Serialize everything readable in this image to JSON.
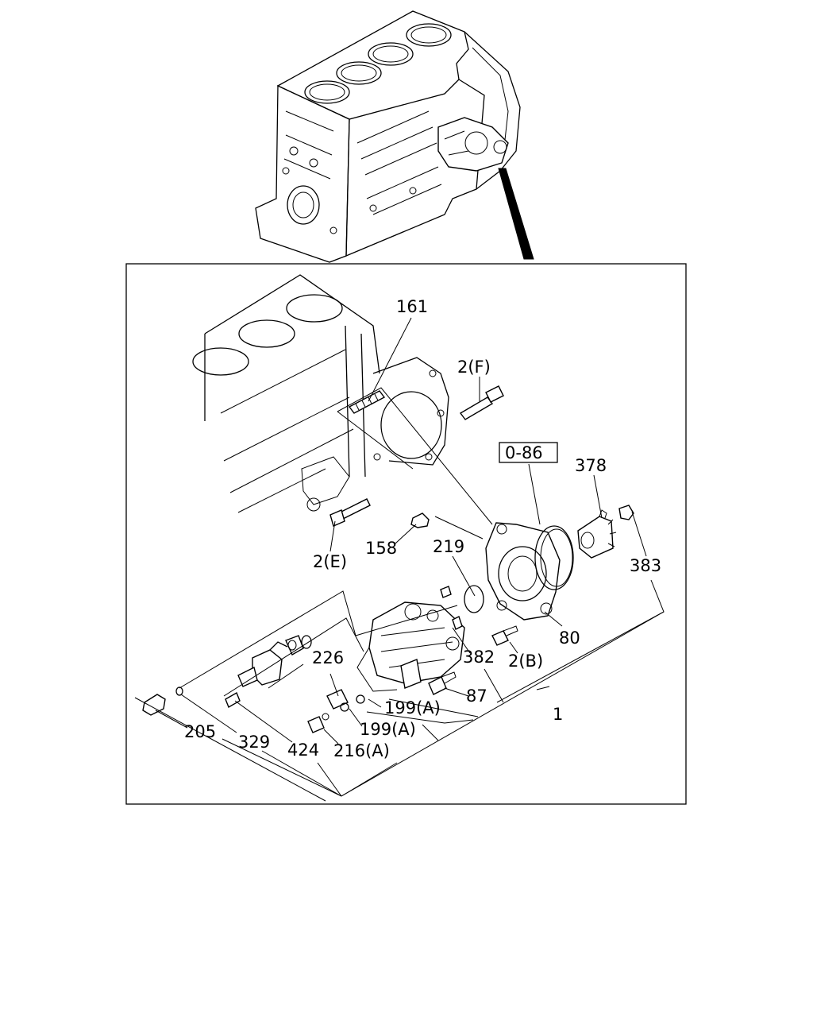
{
  "diagram": {
    "callouts": {
      "c161": "161",
      "c2f": "2(F)",
      "c086": "0-86",
      "c378": "378",
      "c383": "383",
      "c2e": "2(E)",
      "c158": "158",
      "c219": "219",
      "c80": "80",
      "c226": "226",
      "c382": "382",
      "c2b": "2(B)",
      "c87": "87",
      "c199a1": "199(A)",
      "c199a2": "199(A)",
      "c1": "1",
      "c205": "205",
      "c329": "329",
      "c424": "424",
      "c216a": "216(A)"
    }
  }
}
